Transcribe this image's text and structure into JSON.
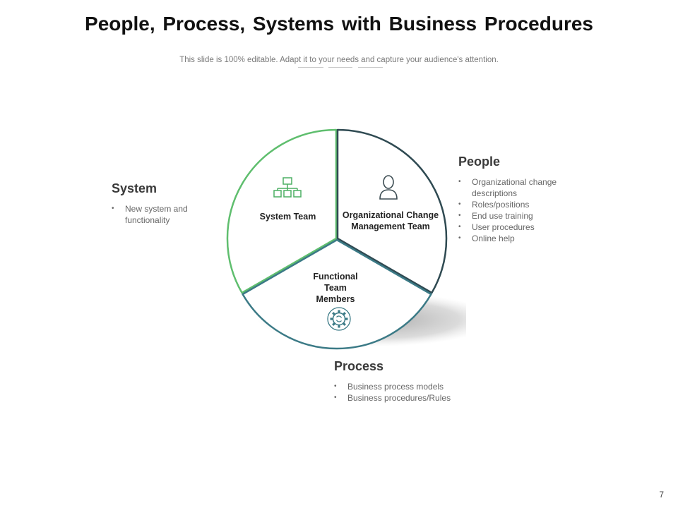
{
  "slide": {
    "title": "People, Process, Systems with Business Procedures",
    "subtitle": "This slide is 100% editable. Adapt it to your needs and capture your audience's attention.",
    "page_number": "7"
  },
  "diagram": {
    "segments": [
      {
        "label": "System Team",
        "icon": "org-chart-icon",
        "color": "#5fbe6e"
      },
      {
        "label": "Organizational Change Management Team",
        "icon": "user-icon",
        "color": "#2f4a52"
      },
      {
        "label": "Functional Team Members",
        "icon": "gear-icon",
        "color": "#3b7a86"
      }
    ]
  },
  "blocks": {
    "system": {
      "heading": "System",
      "items": [
        "New system and functionality"
      ]
    },
    "people": {
      "heading": "People",
      "items": [
        "Organizational change descriptions",
        "Roles/positions",
        "End use training",
        "User procedures",
        "Online help"
      ]
    },
    "process": {
      "heading": "Process",
      "items": [
        "Business process models",
        "Business procedures/Rules"
      ]
    }
  }
}
